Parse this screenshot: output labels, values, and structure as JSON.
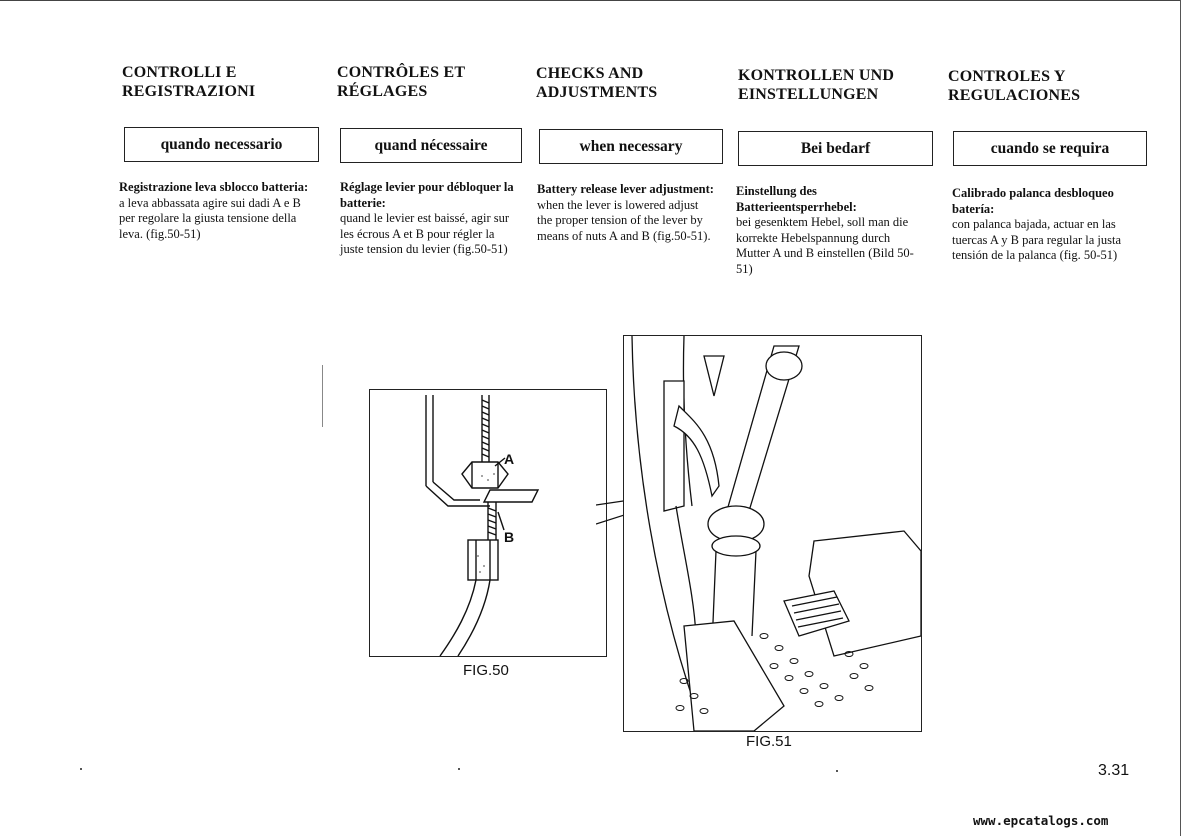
{
  "columns": [
    {
      "heading_line1": "CONTROLLI E",
      "heading_line2": "REGISTRAZIONI",
      "when_label": "quando necessario",
      "title": "Registrazione leva sblocco batteria:",
      "body": "a leva abbassata agire sui dadi A e B per regolare la giusta tensione della leva. (fig.50-51)"
    },
    {
      "heading_line1": "CONTRÔLES ET",
      "heading_line2": "RÉGLAGES",
      "when_label": "quand nécessaire",
      "title": "Réglage levier pour débloquer la batterie:",
      "body": "quand le levier est baissé, agir sur les écrous A et B pour régler la juste tension du levier (fig.50-51)"
    },
    {
      "heading_line1": "CHECKS AND",
      "heading_line2": "ADJUSTMENTS",
      "when_label": "when necessary",
      "title": "Battery release lever adjustment:",
      "body": "when the lever is lowered adjust the proper tension of the lever by means of nuts A and B (fig.50-51)."
    },
    {
      "heading_line1": "KONTROLLEN UND",
      "heading_line2": "EINSTELLUNGEN",
      "when_label": "Bei bedarf",
      "title": "Einstellung des Batterieentsperrhebel:",
      "body": "bei gesenktem Hebel, soll man die korrekte Hebelspannung durch Mutter A und B einstellen (Bild 50-51)"
    },
    {
      "heading_line1": "CONTROLES Y",
      "heading_line2": "REGULACIONES",
      "when_label": "cuando se requira",
      "title": "Calibrado palanca desbloqueo batería:",
      "body": "con palanca bajada, actuar en las tuercas A y B para regular la justa tensión de la palanca (fig. 50-51)"
    }
  ],
  "fig50": {
    "caption": "FIG.50",
    "label_a": "A",
    "label_b": "B"
  },
  "fig51": {
    "caption": "FIG.51"
  },
  "page_number": "3.31",
  "watermark": "www.epcatalogs.com"
}
